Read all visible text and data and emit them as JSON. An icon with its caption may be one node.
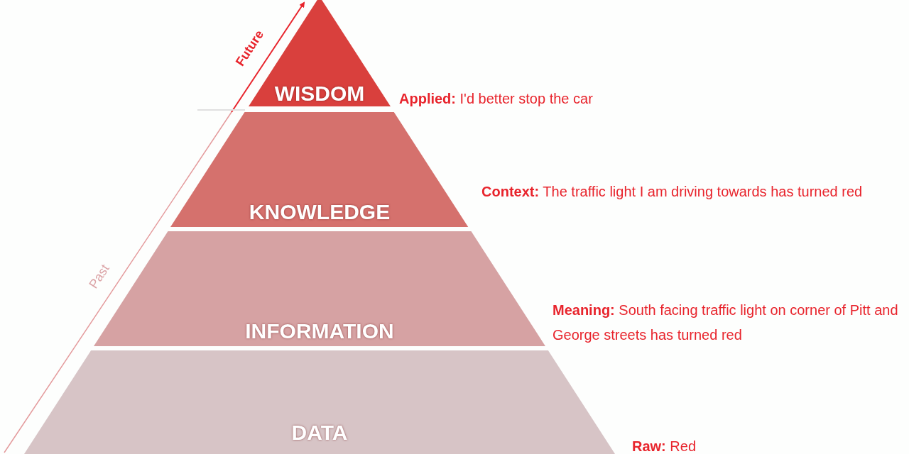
{
  "diagram": {
    "nodes": [
      {
        "text": [
          "WISDOM"
        ],
        "beside": [
          "**Applied:** I'd better stop the car"
        ]
      },
      {
        "text": [
          "KNOWLEDGE"
        ],
        "beside": [
          "**Context:** The traffic light I am driving towards has turned red"
        ]
      },
      {
        "text": [
          "INFORMATION"
        ],
        "beside": [
          "**Meaning:** South facing traffic light on corner of Pitt and George streets has turned red"
        ]
      },
      {
        "text": [
          "DATA"
        ],
        "beside": [
          "**Raw:** Red"
        ]
      }
    ],
    "labels": [
      "Future",
      "Past"
    ]
  }
}
